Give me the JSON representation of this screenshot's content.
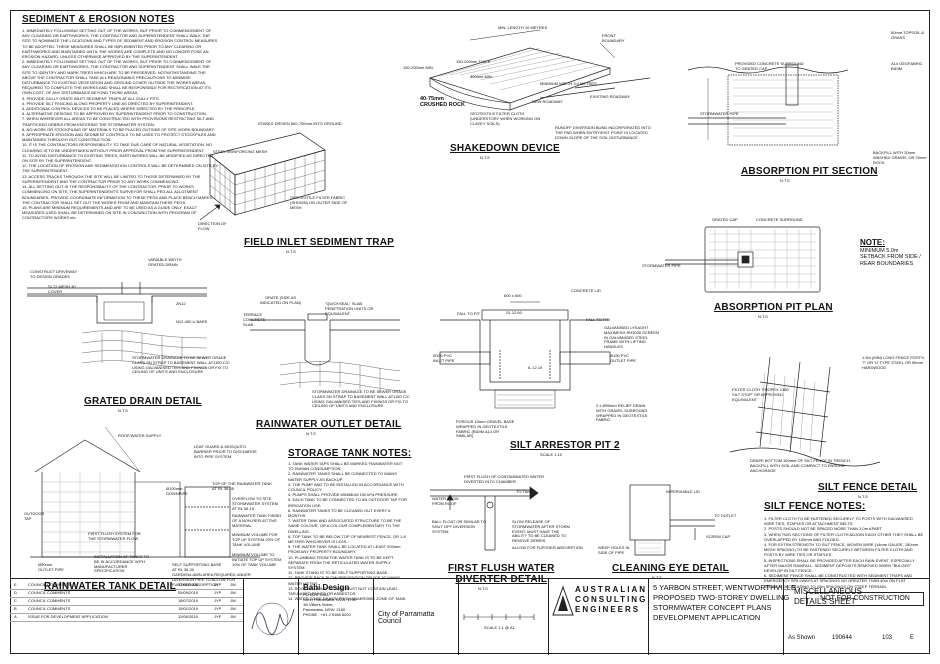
{
  "titles": {
    "sediment_notes": "SEDIMENT & EROSION NOTES",
    "field_inlet": "FIELD INLET SEDIMENT TRAP",
    "shakedown": "SHAKEDOWN DEVICE",
    "absorption_section": "ABSORPTION PIT SECTION",
    "absorption_plan": "ABSORPTION PIT PLAN",
    "grated_drain": "GRATED DRAIN DETAIL",
    "rainwater_outlet": "RAINWATER OUTLET DETAIL",
    "silt_arrestor": "SILT ARRESTOR PIT 2",
    "silt_fence": "SILT FENCE DETAIL",
    "storage_tank_notes": "STORAGE TANK NOTES:",
    "rainwater_tank": "RAINWATER TANK DETAIL",
    "first_flush": "FIRST FLUSH WATER\nDIVERTER DETAIL",
    "cleaning_eye": "CLEANING EYE DETAIL",
    "silt_fence_notes": "SILT FENCE NOTES:"
  },
  "scale_label": "N.T.S",
  "scale_label_2": "SCALE 1:10",
  "note": {
    "title": "NOTE:",
    "text": "MINIMUM 5.0m\nSETBACK FROM SIDE /\nREAR BOUNDARIES"
  },
  "sediment_notes_items": [
    "1. IMMEDIATELY FOLLOWING SETTING OUT OF THE WORKS, BUT PRIOR TO COMMENCEMENT OF ANY CLEARING OR EARTHWORKS, THE CONTRACTOR AND SUPERINTENDENT SHALL WALK THE SITE TO NOMINATE THE LOCATIONS AND TYPES OF SEDIMENT AND EROSION CONTROL MEASURES TO BE ADOPTED. THESE MEASURES SHALL BE IMPLEMENTED PRIOR TO ANY CLEARING OR EARTHWORKS AND MAINTAINED UNTIL THE WORKS ARE COMPLETE AND NO LONGER POSE AN EROSION HAZARD, UNLESS OTHERWISE APPROVED BY THE SUPERINTENDENT.",
    "2. IMMEDIATELY FOLLOWING SETTING OUT OF THE WORKS, BUT PRIOR TO COMMENCEMENT OF ANY CLEARING OR EARTHWORKS, THE CONTRACTOR AND SUPERINTENDENT SHALL WALK THE SITE TO IDENTIFY AND MARK TREES WHICH ARE TO BE PRESERVED. NOTWITHSTANDING THE ABOVE THE CONTRACTOR SHALL TAKE ALL REASONABLE PRECAUTIONS TO MINIMISE DISTURBANCE TO EXISTING VEGETATION AND GROUND COVER OUTSIDE THE WORKS AREAS REQUIRED TO COMPLETE THE WORKS AND SHALL BE RESPONSIBLE FOR RECTIFICATION AT ITS OWN COST, OF ANY DISTURBANCE BEYOND THOSE AREAS.",
    "3. PROVIDE GULLY GRATE INLET SEDIMENT TRAPS AT ALL GULLY PITS.",
    "4. PROVIDE SILT FENCING ALONG PROPERTY LINE AS DIRECTED BY SUPERINTENDENT.",
    "5. ADDITIONAL CONTROL DEVICES TO BE PLACED WHERE DIRECTED BY THE PRINCIPLE.",
    "6. ALTERNATIVE DESIGNS TO BE APPROVED BY SUPERINTENDENT PRIOR TO CONSTRUCTION.",
    "7. WHEN WHEREVER ALL AREAS TO BE CONSTRUCTED WITH PROVISIONS RESTRICTING SILT AND TRAFFICKED DEBRIS FROM ENTERING THE STORMWATER SYSTEM.",
    "8. NO WORK OR STOCKPILING OF MATERIALS TO BE PLACED OUTSIDE OF SITE WORK BOUNDARY.",
    "9. APPROPRIATE EROSION AND SEDIMENT CONTROLS TO BE USED TO PROTECT STOCKPILES AND MAINTAINED THROUGH OUT CONSTRUCTION.",
    "10. IT IS THE CONTRACTORS RESPONSIBILITY TO TAKE DUE CARE OF NATURAL VEGETATION. NO CLEARING IS TO BE UNDERTAKEN WITHOUT PRIOR APPROVAL FROM THE SUPERINTENDENT.",
    "11. TO AVOID DISTURBANCE TO EXISTING TREES, EARTHWORKS WILL BE MODIFIED AS DIRECTED ON SITE BY THE SUPERINTENDENT.",
    "12. THE LOCATION OF EROSION AND SEDIMENTATION CONTROLS WILL BE DETERMINED ON SITE BY THE SUPERINTENDENT.",
    "13. ACCESS TRACKS THROUGH THE SITE WILL BE LIMITED TO THOSE DETERMINED BY THE SUPERINTENDENT AND THE CONTRACTOR PRIOR TO ANY WORK COMMENCING.",
    "14. ALL SETTING OUT IS THE RESPONSIBILITY OF THE CONTRACTOR. PRIOR TO WORKS COMMENCING ON SITE, THE SUPERINTENDENT'S SURVEYOR SHALL PEG ALL ALLOTMENT BOUNDARIES. PROVIDE COORDINATE INFORMATION TO THESE PEGS AND PLACE BENCH MARKS. THE CONTRACTOR SHALL SET OUT THE WORKS FROM AND MAINTAIN THESE PEGS.",
    "15. PLANS ARE MINIMUM REQUIREMENTS AND ARE TO BE USED AS A GUIDE ONLY. EXACT MEASURES USED SHALL BE DETERMINED ON SITE IN CONJUNCTION WITH PROGRAM OF CONTRACTORS WORKS etc."
  ],
  "storage_tank_notes_items": [
    "1. TANK WATER TAPS SHALL BE MARKED 'RAINWATER NOT TO HUMAN CONSUMPTION'",
    "2. RAINWATER TANKS SHALL BE CONNECTED TO MAINS WATER SUPPLY AS BACKUP.",
    "3. THE PUMP AND TO BE INSTALLED IN ACCORDANCE WITH COUNCIL POLICY.",
    "4. PUMPS SHALL PROVIDE MINIMUM 150 kPa PRESSURE.",
    "5. EACH TANK TO BE CONNECTED TO AN OUTDOOR TAP FOR IRRIGATION USE.",
    "6. RAINWATER TANKS TO BE CLEANED OUT EVERY 6 MONTHS.",
    "7. WATER TANK AND ASSOCIATED STRUCTURE TO BE THE SAME COLOUR, OR A COLOUR COMPLEMENTARY TO THE DWELLING.",
    "8. TOP TANK TO BE BELOW TOP OF NEAREST FENCE, OR 1.8 METERS WHICHEVER IS LESS.",
    "9. THE WATER TANK SHALL BE LOCATED AT LEAST 900mm FROM ANY PROPERTY BOUNDARY.",
    "10. PLUMBING FROM THE WATER TANK IS TO BE KEPT SEPARATE FROM THE RETICULATED WATER SUPPLY SYSTEM.",
    "11. TANK STAND IS TO BE SELF SUPPORTING BASE.",
    "12. PROVIDE BACK FLOW PREVENTION DEVICE AT MAINS WATER METER.",
    "13. ROOF DRAINING TO TANK MUST NOT CONTAIN LEAD. TAR-BASED PAINTS OR ASBESTOS.",
    "14. WATER TO BE DRAWN FROM ANAEROBIC ZONE OF TANK."
  ],
  "silt_fence_notes_items": [
    "1. FILTER CLOTH TO BE FASTENED SECURELY TO POSTS WITH GALVANISED WIRE TIES, STAPLES OR ATTACHMENT BELTS.",
    "2. POSTS SHOULD NOT BE SPACED MORE THAN 3.0m APART.",
    "3. WHEN TWO SECTIONS OF FILTER CLOTH ADJOIN EACH OTHER THEY SHALL BE OVERLAPPED BY 150mm AND FOLDED.",
    "4. FOR EXTRA STRENGTH TO SILT FENCE, WOVEN WIRE (14mm GAUGE, 150mm MESH SPACING) TO BE FASTENED SECURELY BETWEEN FILTER CLOTH AND POSTS BY WIRE TIES OR STAPLES.",
    "5. INSPECTIONS SHALL BE PROVIDED AFTER EACH RAIN EVENT, ESPECIALLY AFTER MAJOR RAINFALL. SEDIMENT DEPOSITS REMOVED WHEN \"BULGES\" DEVELOP IN SILT FENCE.",
    "6. SEDIMENT FENCE SHALL BE CONSTRUCTED WITH SEDIMENT TRAPS AND EMERGENCY SPILLWAYS AT SPACINGS NO GREATER THAN 40m ON FLAT TERRAIN DECREASING TO 20m SPACINGS ON STEEP TERRAIN."
  ],
  "labels": {
    "field_inlet": [
      "STAKES DRIVEN 500-700mm INTO GROUND",
      "STEEL REINFORCING MESH",
      "GEOTEXTILE FILTER FABRIC (SHOWN) ON OUTER SIDE OF MESH",
      "DIRECTION OF FLOW"
    ],
    "shakedown": [
      "MIN. LENGTH 10 METRES",
      "FRONT BOUNDARY",
      "150-200mm MIN.",
      "150-200mm THICK",
      "300mm MIN.",
      "MINIMUM WIDTH 3.0 METRES",
      "NEW ROADWAY",
      "EXISTING ROADWAY",
      "40-75mm CRUSHED ROCK",
      "GEOTEXTILE FILTER CLOTH (UNDERSTORY WHEN WORKING ON CLAYEY SOILS)",
      "RUNOFF DIVERSION BUND INCORPORATED INTO THE PAD WHEN ENTRY/EXIT POINT IS LOCATED DOWN-SLOPE OF THE SOIL DISTURBANCE"
    ],
    "absorption_section": [
      "PROVIDED CONCRETE SURROUND TO GRATED CAP",
      "50mm TOPSOIL & GRASS",
      "A14 GEOFABRIC BIDIM",
      "STORMWATER PIPE",
      "BACKFILL WITH 20mm WASHED GRAVEL OR 20mm ROCK"
    ],
    "absorption_plan": [
      "GRATED CAP",
      "CONCRETE SURROUND",
      "STORMWATER PIPE"
    ],
    "grated_drain": [
      "CONSTRUCT DRIVEWAY TO DESIGN GRADES",
      "VARIABLE WIDTH GRATED DRAIN",
      "SL72 MESH 30 COVER",
      "2N12",
      "N12-400 U BARS",
      "STORMWATER DRAINAGE TO BE SEWER GRADE CLASS SN STRAP TO BASEMENT WALL AT1150 C/C USING GALVANISED TIES AND FIXINGS OR FIX TO CEILING OF UNITS AND ENCLOSURE"
    ],
    "rainwater_outlet": [
      "GRATE (SIZE AS INDICATED ON PLAN)",
      "TERRACE CONCRETE SLAB",
      "\"QUICKSEAL\" SLAB PENETRATION UNITS OR EQUIVALENT",
      "STORMWATER DRAINAGE TO BE SEWER GRADE CLASS SN STRAP TO BASEMENT WALL AT1150 C/C USING GALVANISED TIES AND FIXINGS OR FIX TO CEILING OF UNITS AND ENCLOSURE"
    ],
    "silt_arrestor": [
      "600 x 600",
      "CONCRETE LID",
      "FALL TO PIT",
      "SL 12.60",
      "Ø150 PVC INLET PIPE",
      "Ø150 PVC OUTLET PIPE",
      "GALVANISED LYSAGHT MAXIMESH RH3030 SCREEN IN GALVANISED STEEL FRAME WITH LIFTING HANDLES",
      "IL 12.19",
      "2 x Ø90mm RELIEF DRAIN WITH GRAVEL SURROUND WRAPPED IN GEOTEXTILE FABRIC",
      "POROUS 10mm GRAVEL BASE WRAPPED IN GEOTEXTILE FABRIC (BIDIM A14 OR SIMILAR)"
    ],
    "silt_fence": [
      "1.5m (MIN) LONG FENCE POSTS, 'T' OR 'U' TYPE STEEL OR 50mm HARDWOOD",
      "FILTER CLOTH 'PROPEX 1380 SILT STOP' OR APPROVED EQUIVALENT",
      "DRAPE BOTTOM 150mm OF SILT FENCE IN TRENCH, BACKFILL WITH SOIL AND COMPACT TO ENSURE ANCHORAGE"
    ],
    "rainwater_tank": [
      "ROOF/WATER SUPPLY",
      "LEAF GUARD & MOSQUITO BARRIER PRIOR TO DISCHARGE INTO PIPE SYSTEM",
      "Ø100mm DOWNPIPE",
      "TOP OF THE RAINWATER TANK AT RL 36.05",
      "OVERFLOW TO SITE STORMWATER SYSTEM AT RL 36.15",
      "RAINWATER TANK FINISH OF A NON-REFLECTIVE MATERIAL",
      "MINIMUM VOLUME FOR TOP UP SYSTEM 20% OF TANK VOLUME",
      "MINIMUM VOLUME TO INITIATE TOP UP SYSTEM 10% OF TANK VOLUME",
      "OUTDOOR TAP",
      "FIRST FLUSH SYSTEM FOR THE STORMWATER FLOW",
      "INSTALLATION OF TANKS TO BE IN ACCORDANCE WITH MANUFACTURER SPECIFICATION",
      "Ø50mm OUTLET PIPE",
      "SELF SUPPORTING BASE AT RL 35.30",
      "GARDEN/LAWN AREA REQUIRED UNDER DIVERSION PIPE TO ALLOW FOR FURTHER ABSORPTION"
    ],
    "first_flush": [
      "FIRST FLUSH OF CONTAMINATED WATER DIVERTED INTO CHAMBER",
      "TO TANK",
      "WATER FLOW FROM ROOF",
      "BALL FLOAT OR SIMILAR TO SHUT OFF DIVERSION SYSTEM",
      "SLOW RELEASE OF STORMWATER AFTER STORM EVENT. MUST HAVE THE ABILITY TO BE CLEANED TO REMOVE DEBRIS.",
      "ALLOW FOR FURTHER ABSORPTION"
    ],
    "cleaning_eye": [
      "IMPERVIABLE LID",
      "TO OUTLET",
      "WEEP HOLES IN SIDE OF PIPE",
      "SCREW CAP"
    ]
  },
  "not_for_construction": "NOT FOR CONSTRUCTION",
  "title_block": {
    "revisions": [
      {
        "rev": "E",
        "desc": "COUNCIL COMMENTS",
        "date": "12/02/2020",
        "by": "JYP",
        "chk": "JW"
      },
      {
        "rev": "D",
        "desc": "COUNCIL COMMENTS",
        "date": "05/09/2019",
        "by": "JYP",
        "chk": "JW"
      },
      {
        "rev": "C",
        "desc": "COUNCIL COMMENTS",
        "date": "18/07/2019",
        "by": "JYP",
        "chk": "JW"
      },
      {
        "rev": "B",
        "desc": "COUNCIL COMMENTS",
        "date": "15/01/2019",
        "by": "JYP",
        "chk": "JW"
      },
      {
        "rev": "A",
        "desc": "ISSUE FOR DEVELOPMENT APPLICATION",
        "date": "11/06/2018",
        "by": "JYP",
        "chk": "JW"
      }
    ],
    "client_name": "Bahi Design",
    "client_address": "PO BOX 2402,\nNorth Parramatta, NSW, 1750\n1B Villiers Street,\nParramatta, NSW, 2150",
    "client_phone": "PHONE : +61 2 9188 8200",
    "council": "City of Parramatta Council",
    "scale_bar": "SCALE 1:1 @ A1",
    "company": "AUSTRALIAN\nCONSULTING\nENGINEERS",
    "project": "5 YARBON STREET, WENTWORTHVILLE\nPROPOSED TWO-STOREY DWELLING\nSTORMWATER CONCEPT PLANS\nDEVELOPMENT APPLICATION",
    "drawing_title": "MISCELLANEOUS\nDETAILS SHEET",
    "scale_value": "As Shown",
    "job_no": "190644",
    "dwg_no": "103",
    "rev_value": "E"
  }
}
